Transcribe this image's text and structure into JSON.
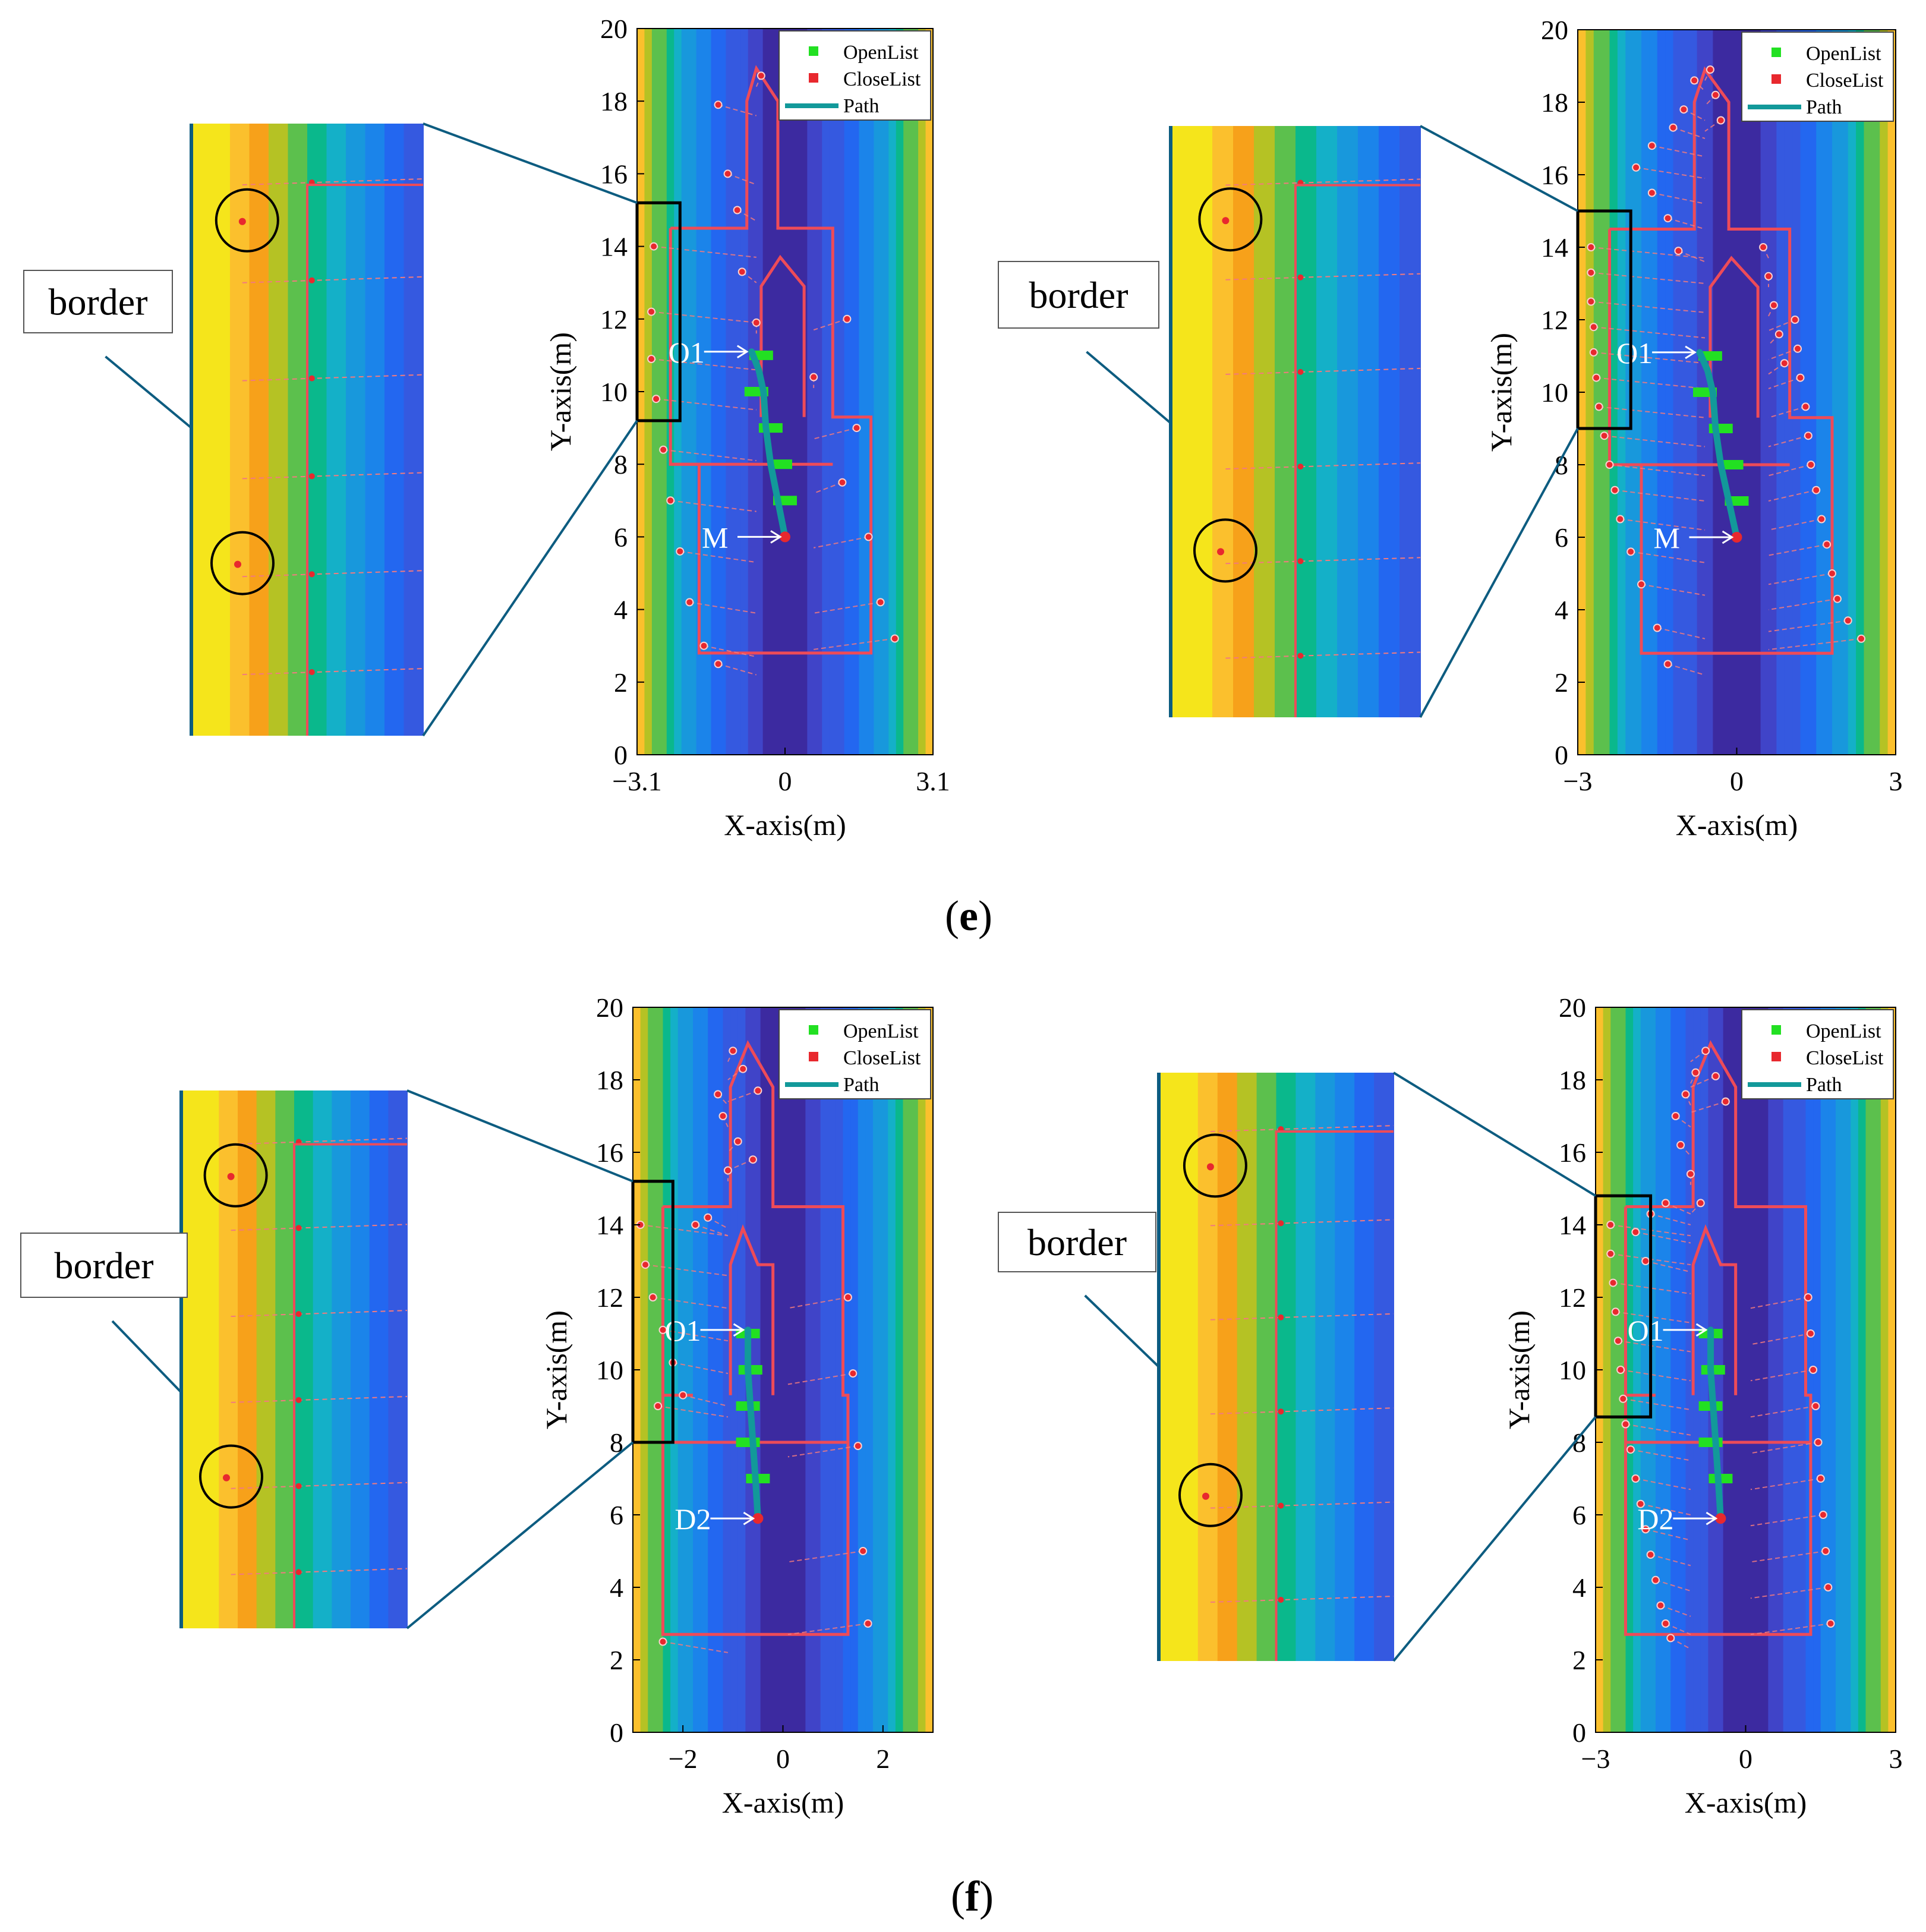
{
  "figure": {
    "captions": [
      "(e)",
      "(f)"
    ],
    "caption_letters": [
      "e",
      "f"
    ]
  },
  "colors": {
    "band_palette": [
      "#f5e51b",
      "#fbc02d",
      "#f7a11a",
      "#b5c224",
      "#5cc04d",
      "#0ab88c",
      "#14b0c8",
      "#1898dc",
      "#1b84ea",
      "#2367f0",
      "#3559e0",
      "#4044c8",
      "#3c2aa0"
    ],
    "openlist": "#22e022",
    "closelist": "#e8282e",
    "path": "#12999a",
    "obstacle": "#ee4b58",
    "search_line": "#f27a7e",
    "connector": "#0d5c80",
    "inset_frame": "#000000"
  },
  "chart_data": [
    {
      "type": "scatter",
      "panel": "e-left",
      "xlabel": "X-axis(m)",
      "ylabel": "Y-axis(m)",
      "xlim": [
        -3.1,
        3.1
      ],
      "ylim": [
        0,
        20
      ],
      "xticks": [
        -3.1,
        0,
        3.1
      ],
      "xtick_labels": [
        "−3.1",
        "0",
        "3.1"
      ],
      "yticks": [
        0,
        2,
        4,
        6,
        8,
        10,
        12,
        14,
        16,
        18,
        20
      ],
      "legend": [
        "OpenList",
        "CloseList",
        "Path"
      ],
      "legend_position": "top-right",
      "annotations": [
        {
          "text": "O1",
          "x": -0.7,
          "y": 11.1
        },
        {
          "text": "M",
          "x": 0.0,
          "y": 6.0
        }
      ],
      "start": [
        0.0,
        6.0
      ],
      "goal": [
        -0.7,
        11.1
      ],
      "path": {
        "x": [
          0.0,
          -0.15,
          -0.3,
          -0.4,
          -0.45,
          -0.55,
          -0.7
        ],
        "y": [
          6.0,
          7.0,
          8.0,
          9.0,
          10.0,
          10.6,
          11.1
        ]
      },
      "openlist": {
        "x": [
          -0.5,
          -0.6,
          -0.3,
          -0.1,
          0.0
        ],
        "y": [
          11.0,
          10.0,
          9.0,
          8.0,
          7.0
        ]
      },
      "obstacles": [
        {
          "x": [
            -2.4,
            -0.8,
            -0.8,
            -0.6,
            -0.15,
            -0.15,
            1.0,
            1.0,
            1.8,
            1.8,
            -1.8,
            -1.8,
            -2.4,
            -2.4
          ],
          "y": [
            14.5,
            14.5,
            18.0,
            18.9,
            18.0,
            14.5,
            14.5,
            9.3,
            9.3,
            2.8,
            2.8,
            8.0,
            8.0,
            14.5
          ]
        },
        {
          "x": [
            -0.5,
            -0.5,
            -0.1,
            0.4,
            0.4
          ],
          "y": [
            9.3,
            12.9,
            13.7,
            12.9,
            9.3
          ]
        },
        {
          "x": [
            -2.4,
            1.0
          ],
          "y": [
            8.0,
            8.0
          ]
        }
      ],
      "closelist": {
        "x": [
          -2.75,
          -2.8,
          -2.8,
          -2.7,
          -2.55,
          -2.4,
          -2.2,
          -2.0,
          -1.7,
          -1.4,
          -1.2,
          -0.5,
          1.3,
          1.5,
          1.75,
          2.0,
          2.3,
          -1.4,
          -1.0,
          -0.9,
          -0.6,
          0.6,
          1.2
        ],
        "y": [
          14.0,
          12.2,
          10.9,
          9.8,
          8.4,
          7.0,
          5.6,
          4.2,
          3.0,
          2.5,
          16.0,
          18.7,
          12.0,
          9.0,
          6.0,
          4.2,
          3.2,
          17.9,
          15.0,
          13.3,
          11.9,
          10.4,
          7.5
        ]
      }
    },
    {
      "type": "scatter",
      "panel": "e-right",
      "xlabel": "X-axis(m)",
      "ylabel": "Y-axis(m)",
      "xlim": [
        -3,
        3
      ],
      "ylim": [
        0,
        20
      ],
      "xticks": [
        -3,
        0,
        3
      ],
      "xtick_labels": [
        "−3",
        "0",
        "3"
      ],
      "yticks": [
        0,
        2,
        4,
        6,
        8,
        10,
        12,
        14,
        16,
        18,
        20
      ],
      "legend": [
        "OpenList",
        "CloseList",
        "Path"
      ],
      "legend_position": "top-right",
      "annotations": [
        {
          "text": "O1",
          "x": -0.7,
          "y": 11.1
        },
        {
          "text": "M",
          "x": 0.0,
          "y": 6.0
        }
      ],
      "start": [
        0.0,
        6.0
      ],
      "goal": [
        -0.7,
        11.1
      ],
      "path": {
        "x": [
          0.0,
          -0.15,
          -0.3,
          -0.4,
          -0.45,
          -0.55,
          -0.7
        ],
        "y": [
          6.0,
          7.0,
          8.0,
          9.0,
          10.0,
          10.6,
          11.1
        ]
      },
      "openlist": {
        "x": [
          -0.5,
          -0.6,
          -0.3,
          -0.1,
          0.0
        ],
        "y": [
          11.0,
          10.0,
          9.0,
          8.0,
          7.0
        ]
      },
      "obstacles": [
        {
          "x": [
            -2.4,
            -0.8,
            -0.8,
            -0.6,
            -0.15,
            -0.15,
            1.0,
            1.0,
            1.8,
            1.8,
            -1.8,
            -1.8,
            -2.4,
            -2.4
          ],
          "y": [
            14.5,
            14.5,
            18.0,
            18.9,
            18.0,
            14.5,
            14.5,
            9.3,
            9.3,
            2.8,
            2.8,
            8.0,
            8.0,
            14.5
          ]
        },
        {
          "x": [
            -0.5,
            -0.5,
            -0.1,
            0.4,
            0.4
          ],
          "y": [
            9.3,
            12.9,
            13.7,
            12.9,
            9.3
          ]
        },
        {
          "x": [
            -2.4,
            1.0
          ],
          "y": [
            8.0,
            8.0
          ]
        }
      ],
      "closelist": {
        "x": [
          -2.75,
          -2.75,
          -2.75,
          -2.7,
          -2.7,
          -2.65,
          -2.6,
          -2.5,
          -2.4,
          -2.3,
          -2.2,
          -2.0,
          -1.8,
          -1.5,
          -1.3,
          -1.9,
          -1.6,
          -1.2,
          -1.0,
          -0.8,
          -1.6,
          -1.3,
          -1.1,
          1.1,
          1.15,
          1.2,
          1.3,
          1.35,
          1.4,
          1.5,
          1.6,
          1.7,
          1.8,
          1.9,
          2.1,
          2.35,
          -0.5,
          -0.4,
          -0.3,
          0.5,
          0.6,
          0.7,
          0.8,
          0.9
        ],
        "y": [
          14.0,
          13.3,
          12.5,
          11.8,
          11.1,
          10.4,
          9.6,
          8.8,
          8.0,
          7.3,
          6.5,
          5.6,
          4.7,
          3.5,
          2.5,
          16.2,
          16.8,
          17.3,
          17.8,
          18.6,
          15.5,
          14.8,
          13.9,
          12.0,
          11.2,
          10.4,
          9.6,
          8.8,
          8.0,
          7.3,
          6.5,
          5.8,
          5.0,
          4.3,
          3.7,
          3.2,
          18.9,
          18.2,
          17.5,
          14.0,
          13.2,
          12.4,
          11.6,
          10.8
        ]
      }
    },
    {
      "type": "scatter",
      "panel": "f-left",
      "xlabel": "X-axis(m)",
      "ylabel": "Y-axis(m)",
      "xlim": [
        -3,
        3
      ],
      "ylim": [
        0,
        20
      ],
      "xticks": [
        -2,
        0,
        2
      ],
      "xtick_labels": [
        "−2",
        "0",
        "2"
      ],
      "yticks": [
        0,
        2,
        4,
        6,
        8,
        10,
        12,
        14,
        16,
        18,
        20
      ],
      "legend": [
        "OpenList",
        "CloseList",
        "Path"
      ],
      "legend_position": "top-right",
      "annotations": [
        {
          "text": "O1",
          "x": -0.7,
          "y": 11.1
        },
        {
          "text": "D2",
          "x": -0.5,
          "y": 5.9
        }
      ],
      "start": [
        -0.5,
        5.9
      ],
      "goal": [
        -0.7,
        11.1
      ],
      "path": {
        "x": [
          -0.5,
          -0.55,
          -0.6,
          -0.65,
          -0.7,
          -0.7
        ],
        "y": [
          5.9,
          7.0,
          8.0,
          9.0,
          10.0,
          11.1
        ]
      },
      "openlist": {
        "x": [
          -0.7,
          -0.65,
          -0.7,
          -0.7,
          -0.5
        ],
        "y": [
          11.0,
          10.0,
          9.0,
          8.0,
          7.0
        ]
      },
      "obstacles": [
        {
          "x": [
            -2.4,
            -1.05,
            -1.05,
            -0.7,
            -0.2,
            -0.2,
            1.2,
            1.2,
            1.3,
            1.3,
            -2.4,
            -2.4
          ],
          "y": [
            14.5,
            14.5,
            17.8,
            19.0,
            17.8,
            14.5,
            14.5,
            9.3,
            9.3,
            2.7,
            2.7,
            14.5
          ]
        },
        {
          "x": [
            -1.05,
            -1.05,
            -0.8,
            -0.5,
            -0.2,
            -0.2
          ],
          "y": [
            9.3,
            12.9,
            13.9,
            12.9,
            12.9,
            9.3
          ]
        },
        {
          "x": [
            -2.4,
            1.3
          ],
          "y": [
            8.0,
            8.0
          ]
        },
        {
          "x": [
            -2.4,
            -1.8
          ],
          "y": [
            9.3,
            9.3
          ]
        }
      ],
      "closelist": {
        "x": [
          -2.85,
          -2.75,
          -2.6,
          -2.4,
          -2.2,
          -2.0,
          -1.75,
          -1.5,
          -1.3,
          -1.0,
          -0.8,
          -0.5,
          -1.2,
          -0.9,
          -1.1,
          -0.6,
          1.3,
          1.4,
          1.5,
          1.6,
          1.7,
          -2.5,
          -2.4
        ],
        "y": [
          14.0,
          12.9,
          12.0,
          11.1,
          10.2,
          9.3,
          14.0,
          14.2,
          17.6,
          18.8,
          18.3,
          17.7,
          17.0,
          16.3,
          15.5,
          15.8,
          12.0,
          9.9,
          7.9,
          5.0,
          3.0,
          9.0,
          2.5
        ]
      }
    },
    {
      "type": "scatter",
      "panel": "f-right",
      "xlabel": "X-axis(m)",
      "ylabel": "Y-axis(m)",
      "xlim": [
        -3,
        3
      ],
      "ylim": [
        0,
        20
      ],
      "xticks": [
        -3,
        0,
        3
      ],
      "xtick_labels": [
        "−3",
        "0",
        "3"
      ],
      "yticks": [
        0,
        2,
        4,
        6,
        8,
        10,
        12,
        14,
        16,
        18,
        20
      ],
      "legend": [
        "OpenList",
        "CloseList",
        "Path"
      ],
      "legend_position": "top-right",
      "annotations": [
        {
          "text": "O1",
          "x": -0.7,
          "y": 11.1
        },
        {
          "text": "D2",
          "x": -0.5,
          "y": 5.9
        }
      ],
      "start": [
        -0.5,
        5.9
      ],
      "goal": [
        -0.7,
        11.1
      ],
      "path": {
        "x": [
          -0.5,
          -0.55,
          -0.6,
          -0.65,
          -0.7,
          -0.7
        ],
        "y": [
          5.9,
          7.0,
          8.0,
          9.0,
          10.0,
          11.1
        ]
      },
      "openlist": {
        "x": [
          -0.7,
          -0.65,
          -0.7,
          -0.7,
          -0.5
        ],
        "y": [
          11.0,
          10.0,
          9.0,
          8.0,
          7.0
        ]
      },
      "obstacles": [
        {
          "x": [
            -2.4,
            -1.05,
            -1.05,
            -0.7,
            -0.2,
            -0.2,
            1.2,
            1.2,
            1.3,
            1.3,
            -2.4,
            -2.4
          ],
          "y": [
            14.5,
            14.5,
            17.8,
            19.0,
            17.8,
            14.5,
            14.5,
            9.3,
            9.3,
            2.7,
            2.7,
            14.5
          ]
        },
        {
          "x": [
            -1.05,
            -1.05,
            -0.8,
            -0.5,
            -0.2,
            -0.2
          ],
          "y": [
            9.3,
            12.9,
            13.9,
            12.9,
            12.9,
            9.3
          ]
        },
        {
          "x": [
            -2.4,
            1.3
          ],
          "y": [
            8.0,
            8.0
          ]
        },
        {
          "x": [
            -2.4,
            -1.8
          ],
          "y": [
            9.3,
            9.3
          ]
        }
      ],
      "closelist": {
        "x": [
          -2.7,
          -2.7,
          -2.65,
          -2.6,
          -2.55,
          -2.5,
          -2.45,
          -2.4,
          -2.3,
          -2.2,
          -2.1,
          -2.0,
          -1.9,
          -1.8,
          -1.7,
          -1.6,
          -1.5,
          -1.9,
          -1.6,
          -1.4,
          -1.2,
          -1.0,
          -0.8,
          -0.6,
          -0.4,
          1.25,
          1.3,
          1.35,
          1.4,
          1.45,
          1.5,
          1.55,
          1.6,
          1.65,
          1.7,
          -1.3,
          -1.1,
          -0.9,
          -2.2,
          -2.0
        ],
        "y": [
          14.0,
          13.2,
          12.4,
          11.6,
          10.8,
          10.0,
          9.2,
          8.5,
          7.8,
          7.0,
          6.3,
          5.6,
          4.9,
          4.2,
          3.5,
          3.0,
          2.6,
          14.3,
          14.6,
          17.0,
          17.6,
          18.2,
          18.8,
          18.1,
          17.4,
          12.0,
          11.0,
          10.0,
          9.0,
          8.0,
          7.0,
          6.0,
          5.0,
          4.0,
          3.0,
          16.2,
          15.4,
          14.6,
          13.8,
          13.0
        ]
      }
    }
  ],
  "insets": [
    {
      "panel": "e-left",
      "label": "border",
      "zoom_x": [
        -3.1,
        -2.2
      ],
      "zoom_y": [
        9.2,
        15.2
      ]
    },
    {
      "panel": "e-right",
      "label": "border",
      "zoom_x": [
        -3.0,
        -2.0
      ],
      "zoom_y": [
        9.0,
        15.0
      ]
    },
    {
      "panel": "f-left",
      "label": "border",
      "zoom_x": [
        -3.0,
        -2.2
      ],
      "zoom_y": [
        8.0,
        15.2
      ]
    },
    {
      "panel": "f-right",
      "label": "border",
      "zoom_x": [
        -3.0,
        -1.9
      ],
      "zoom_y": [
        8.7,
        14.8
      ]
    }
  ]
}
